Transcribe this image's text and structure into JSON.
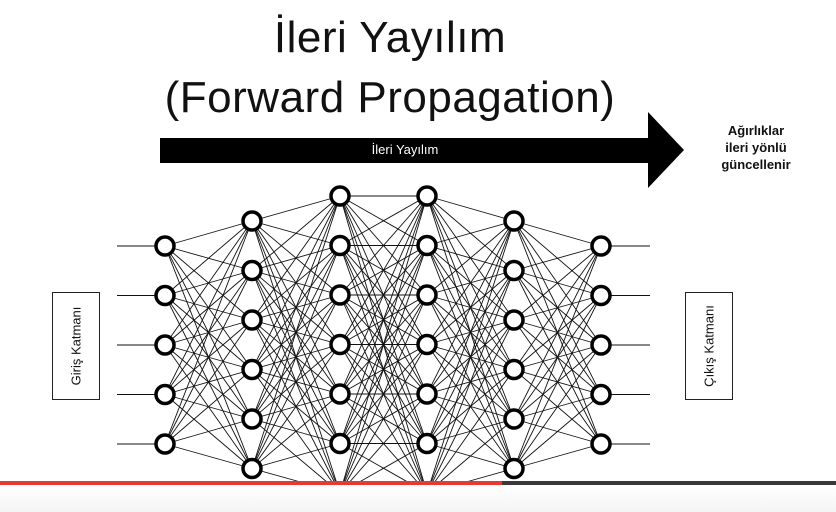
{
  "title_line1": "İleri Yayılım",
  "title_line2": "(Forward Propagation)",
  "arrow_label": "İleri Yayılım",
  "note": [
    "Ağırlıklar",
    "ileri yönlü",
    "güncellenir"
  ],
  "input_label": "Giriş Katmanı",
  "output_label": "Çıkış Katmanı",
  "network": {
    "layer_sizes": [
      5,
      6,
      7,
      7,
      6,
      5
    ],
    "visible_rows": [
      5,
      6,
      6,
      6,
      6,
      5
    ]
  },
  "video_progress": 0.6,
  "colors": {
    "arrow": "#000000",
    "node_stroke": "#000000",
    "edge": "#111111",
    "progress_played": "#e53935",
    "progress_track": "#3a3a3a"
  }
}
